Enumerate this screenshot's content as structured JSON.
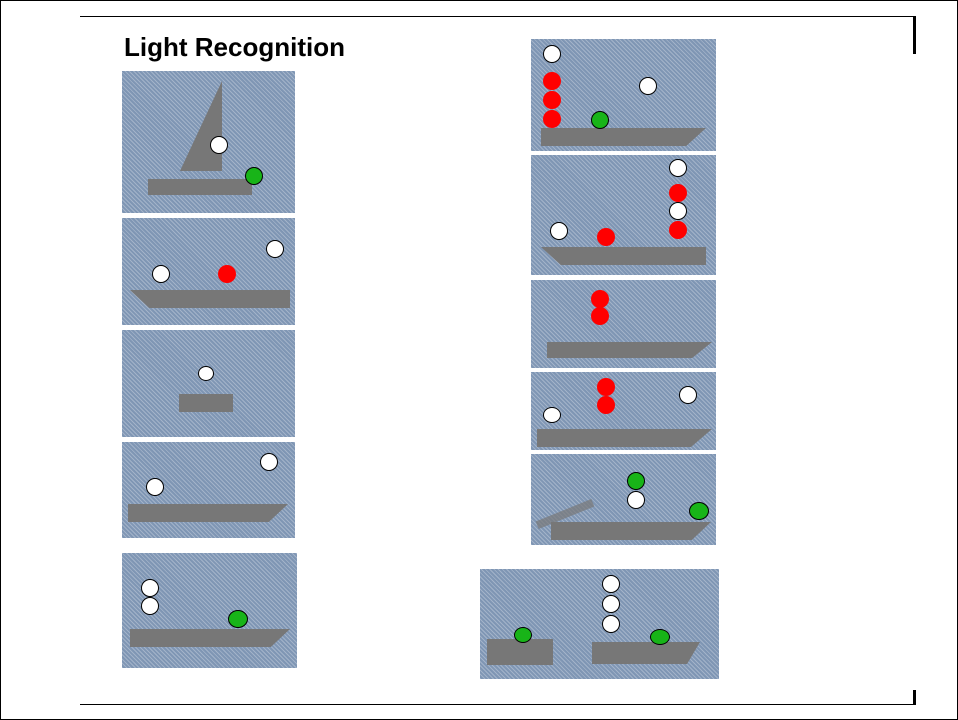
{
  "title": "Light Recognition",
  "colors": {
    "panel_background": "#7f96b4",
    "vessel": "#777777",
    "white_light": "#ffffff",
    "red_light": "#ff0000",
    "green_light": "#18b418"
  },
  "panels": [
    {
      "column": "left",
      "index": 1,
      "lights": [
        "white",
        "green"
      ],
      "vessel": "sailing-vessel"
    },
    {
      "column": "left",
      "index": 2,
      "lights": [
        "white",
        "red",
        "white"
      ],
      "vessel": "power-vessel"
    },
    {
      "column": "left",
      "index": 3,
      "lights": [
        "white"
      ],
      "vessel": "small-vessel"
    },
    {
      "column": "left",
      "index": 4,
      "lights": [
        "white",
        "white"
      ],
      "vessel": "vessel"
    },
    {
      "column": "left",
      "index": 5,
      "lights": [
        "white",
        "white",
        "green"
      ],
      "vessel": "vessel"
    },
    {
      "column": "right",
      "index": 1,
      "lights": [
        "white",
        "red",
        "red",
        "red",
        "green",
        "white"
      ],
      "vessel": "vessel"
    },
    {
      "column": "right",
      "index": 2,
      "lights": [
        "white",
        "red",
        "white",
        "red",
        "white",
        "red"
      ],
      "vessel": "vessel"
    },
    {
      "column": "right",
      "index": 3,
      "lights": [
        "red",
        "red"
      ],
      "vessel": "vessel"
    },
    {
      "column": "right",
      "index": 4,
      "lights": [
        "red",
        "red",
        "white",
        "white"
      ],
      "vessel": "vessel"
    },
    {
      "column": "right",
      "index": 5,
      "lights": [
        "green",
        "white",
        "green"
      ],
      "vessel": "vessel"
    },
    {
      "column": "right",
      "index": 6,
      "lights": [
        "white",
        "white",
        "white",
        "green",
        "green"
      ],
      "vessel": "tug-and-tow"
    }
  ]
}
